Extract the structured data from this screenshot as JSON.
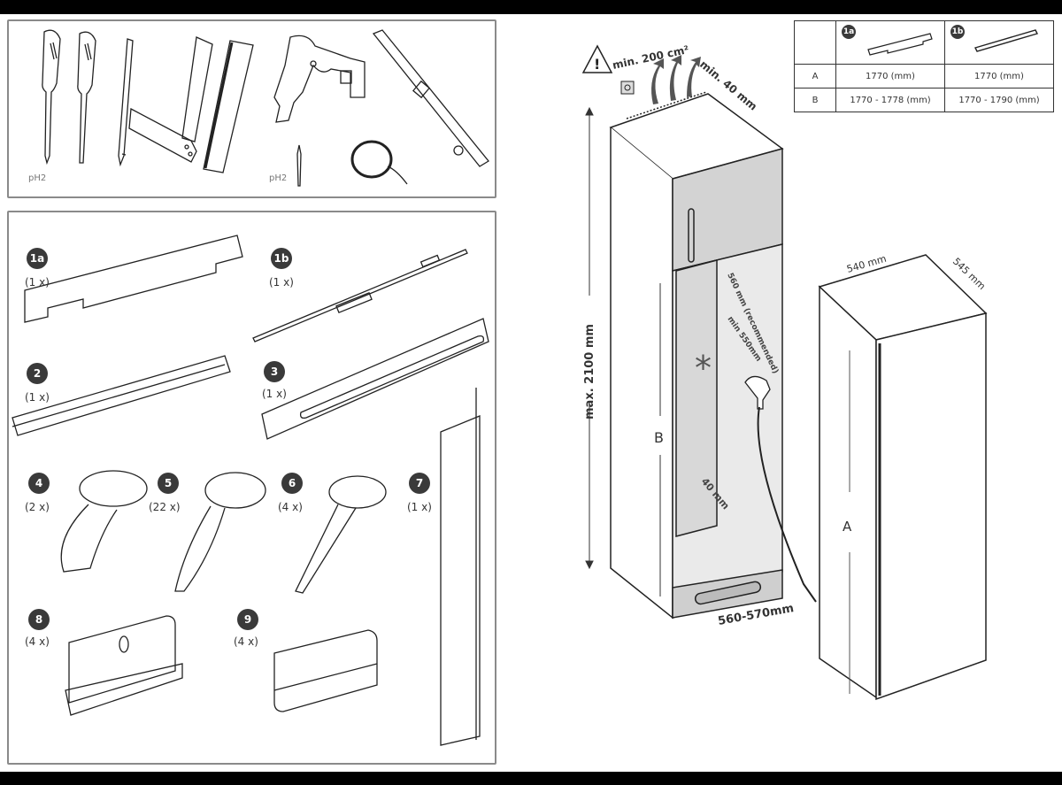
{
  "tools_panel": {
    "items": [
      {
        "name": "screwdriver-ph2",
        "label": "pH2"
      },
      {
        "name": "screwdriver-flat",
        "label": ""
      },
      {
        "name": "pencil",
        "label": ""
      },
      {
        "name": "square",
        "label": ""
      },
      {
        "name": "ruler",
        "label": ""
      },
      {
        "name": "drill",
        "label": ""
      },
      {
        "name": "bit-ph2",
        "label": "pH2"
      },
      {
        "name": "cord",
        "label": ""
      },
      {
        "name": "spirit-level",
        "label": ""
      }
    ]
  },
  "parts_panel": {
    "parts": [
      {
        "id": "1a",
        "qty": "(1 x)"
      },
      {
        "id": "1b",
        "qty": "(1 x)"
      },
      {
        "id": "2",
        "qty": "(1 x)"
      },
      {
        "id": "3",
        "qty": "(1 x)"
      },
      {
        "id": "4",
        "qty": "(2 x)"
      },
      {
        "id": "5",
        "qty": "(22 x)"
      },
      {
        "id": "6",
        "qty": "(4 x)"
      },
      {
        "id": "7",
        "qty": "(1 x)"
      },
      {
        "id": "8",
        "qty": "(4 x)"
      },
      {
        "id": "9",
        "qty": "(4 x)"
      }
    ]
  },
  "dimension_table": {
    "columns": [
      "",
      "1a",
      "1b"
    ],
    "rows": [
      {
        "label": "A",
        "c1": "1770 (mm)",
        "c2": "1770 (mm)"
      },
      {
        "label": "B",
        "c1": "1770 - 1778  (mm)",
        "c2": "1770 - 1790 (mm)"
      }
    ]
  },
  "installation_diagram": {
    "ventilation": "min. 200 cm²",
    "top_gap": "min. 40 mm",
    "max_height": "max. 2100 mm",
    "depth_recommended": "560 mm (recommended)",
    "depth_min": "min 550mm",
    "back_gap": "40 mm",
    "niche_width": "560-570mm",
    "dim_b": "B",
    "dim_a": "A",
    "appliance_width": "540 mm",
    "appliance_depth": "545 mm"
  }
}
